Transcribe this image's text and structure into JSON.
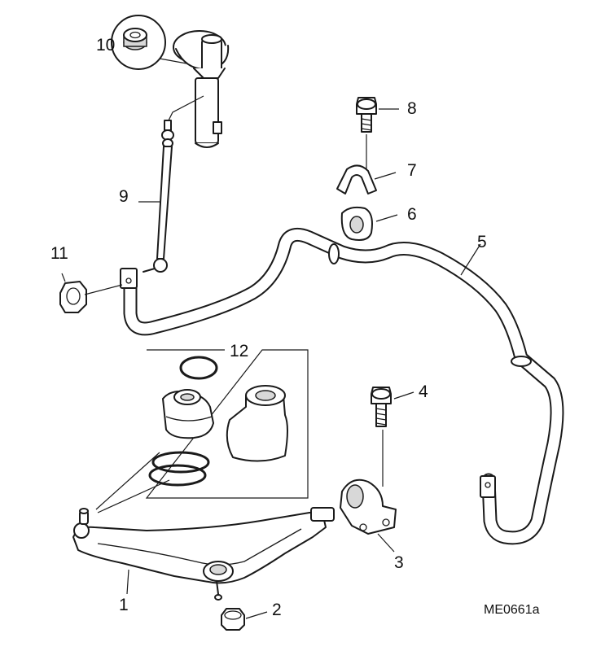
{
  "callouts": {
    "c1": "1",
    "c2": "2",
    "c3": "3",
    "c4": "4",
    "c5": "5",
    "c6": "6",
    "c7": "7",
    "c8": "8",
    "c9": "9",
    "c10": "10",
    "c11": "11",
    "c12": "12"
  },
  "reference_code": "ME0661a"
}
